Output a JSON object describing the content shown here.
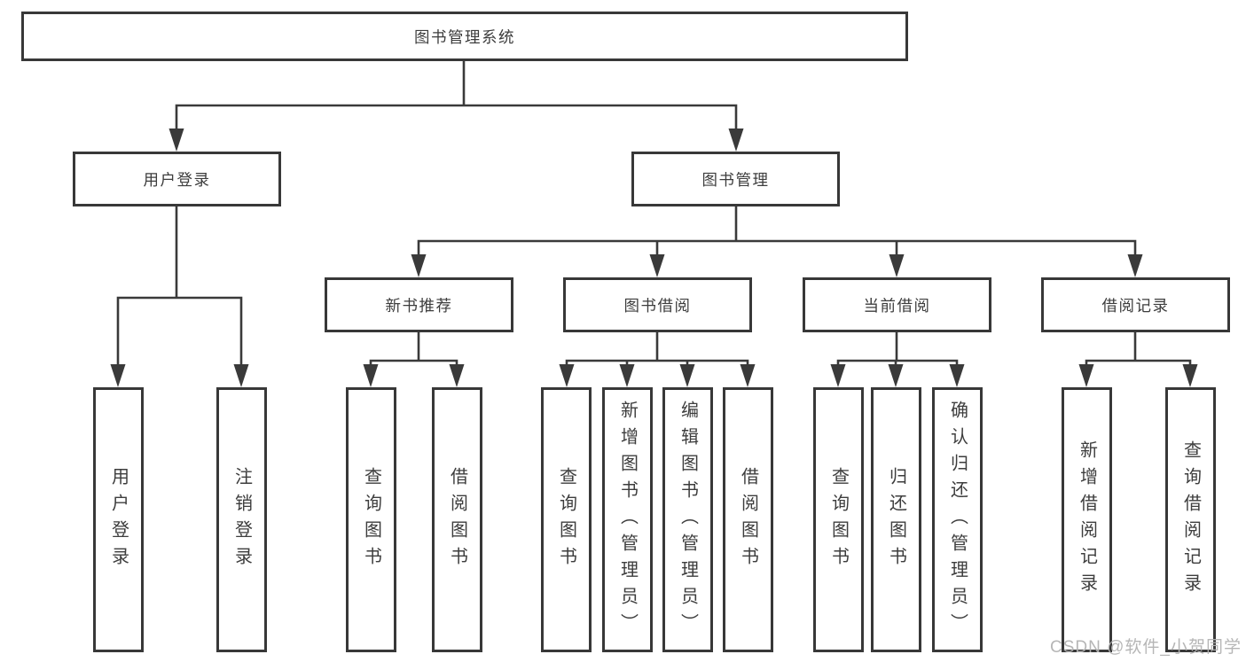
{
  "diagram": {
    "root": "图书管理系统",
    "level2": {
      "user_login": "用户登录",
      "book_management": "图书管理"
    },
    "level3": {
      "new_book_recommend": "新书推荐",
      "book_borrow": "图书借阅",
      "current_borrow": "当前借阅",
      "borrow_record": "借阅记录"
    },
    "leaves": {
      "user_login": [
        "用户登录",
        "注销登录"
      ],
      "new_book_recommend": [
        "查询图书",
        "借阅图书"
      ],
      "book_borrow": [
        "查询图书",
        "新增图书（管理员）",
        "编辑图书（管理员）",
        "借阅图书"
      ],
      "current_borrow": [
        "查询图书",
        "归还图书",
        "确认归还（管理员）"
      ],
      "borrow_record": [
        "新增借阅记录",
        "查询借阅记录"
      ]
    }
  },
  "watermark": "CSDN @软件_小贺同学",
  "colors": {
    "line": "#3a3a3a",
    "box_border": "#383838",
    "text": "#3d3d3d",
    "watermark": "#b3b3b3",
    "background": "#ffffff"
  }
}
